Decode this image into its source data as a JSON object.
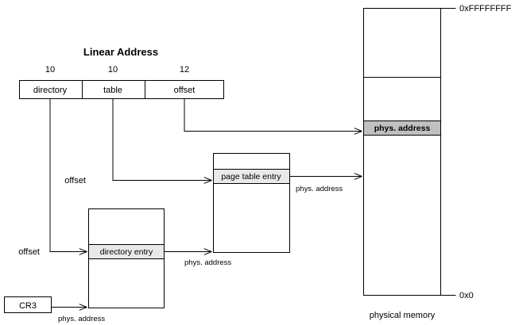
{
  "diagram": {
    "title": "Linear Address",
    "linear_address": {
      "fields": [
        {
          "name": "directory",
          "bits": "10"
        },
        {
          "name": "table",
          "bits": "10"
        },
        {
          "name": "offset",
          "bits": "12"
        }
      ]
    },
    "boxes": {
      "cr3": "CR3",
      "directory_entry": "directory entry",
      "page_table_entry": "page table entry",
      "phys_address_cell": "phys. address"
    },
    "edge_labels": {
      "cr3_to_dir": "phys. address",
      "dir_to_table": "phys. address",
      "table_to_mem": "phys. address",
      "offset_to_dir": "offset",
      "offset_to_table": "offset"
    },
    "memory": {
      "caption": "physical memory",
      "top_address": "0xFFFFFFFF",
      "bottom_address": "0x0"
    },
    "colors": {
      "stroke": "#000000",
      "background": "#ffffff",
      "band_highlight": "#c0c0c0",
      "band_subtle": "#e9e9e9"
    }
  }
}
